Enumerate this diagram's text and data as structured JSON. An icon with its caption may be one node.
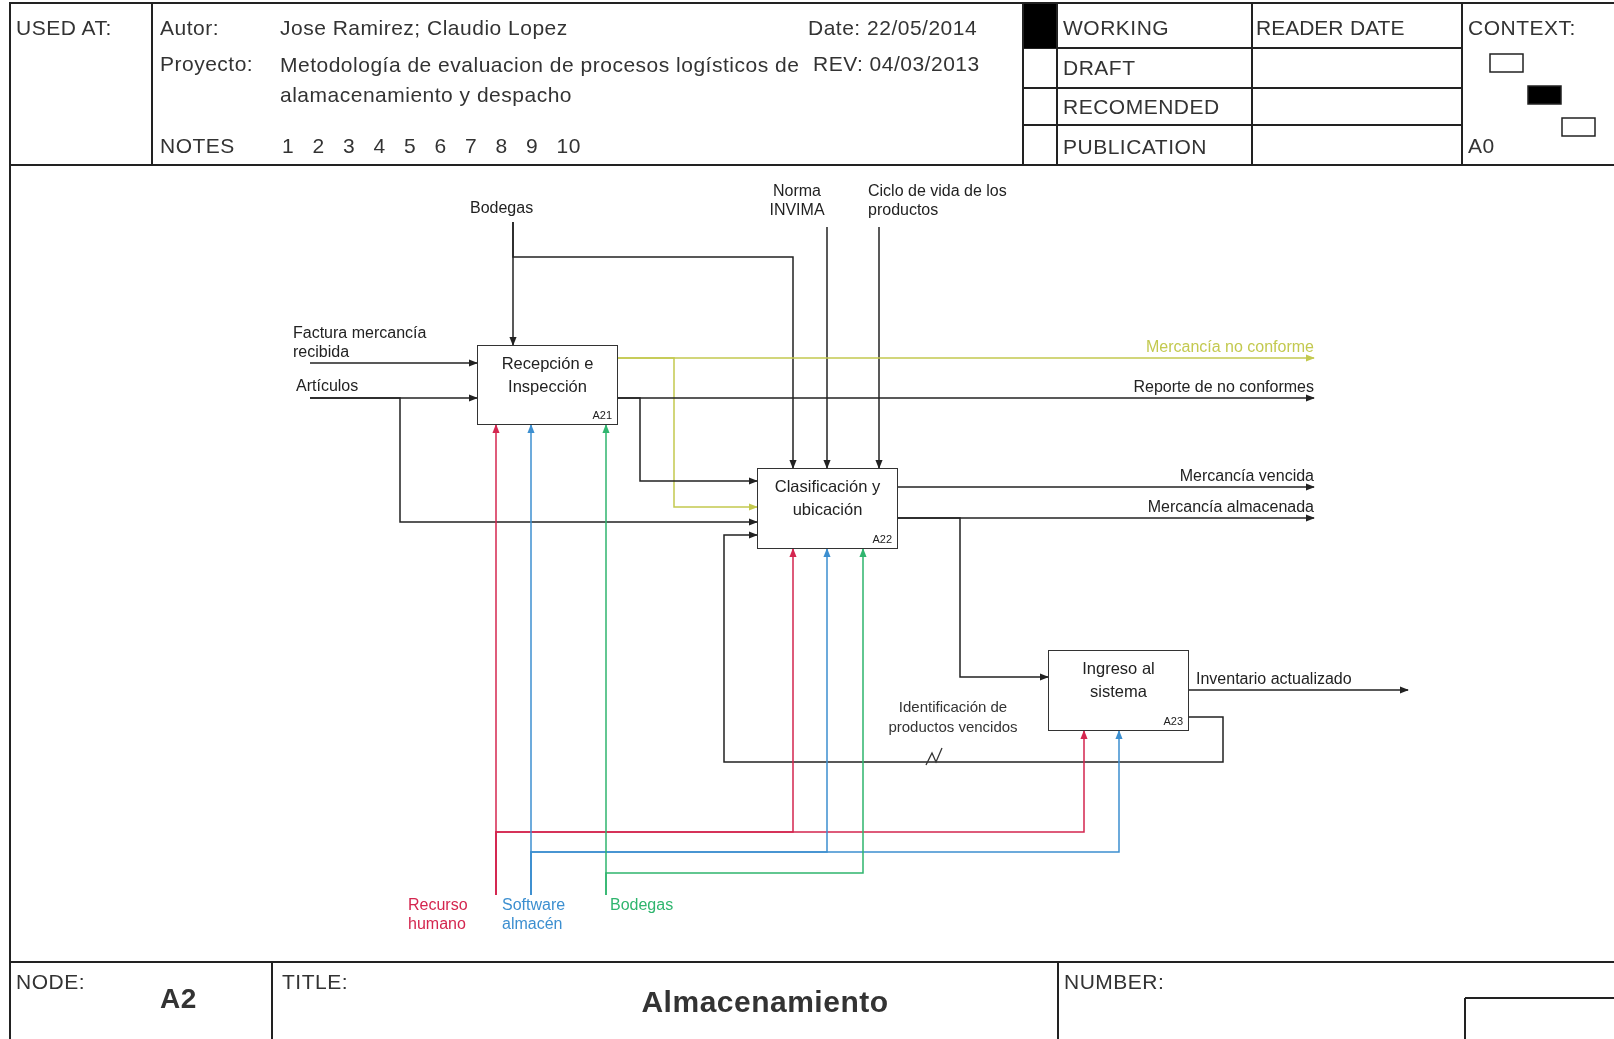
{
  "diagram": {
    "title": "Almacenamiento",
    "nodes": [
      {
        "text": [
          "Bodegas"
        ]
      },
      {
        "text": [
          "Norma INVIMA"
        ]
      },
      {
        "text": [
          "Ciclo de vida de los productos"
        ]
      },
      {
        "text": [
          "Factura mercancía recibida"
        ]
      },
      {
        "text": [
          "Artículos"
        ]
      },
      {
        "text": [
          "Recepción e Inspección",
          "A21"
        ]
      },
      {
        "text": [
          "Clasificación y ubicación",
          "A22"
        ]
      },
      {
        "text": [
          "Mercancía no conforme"
        ]
      },
      {
        "text": [
          "Reporte de no conformes"
        ]
      },
      {
        "text": [
          "Mercancía vencida"
        ]
      },
      {
        "text": [
          "Mercancía almacenada"
        ]
      },
      {
        "text": [
          "Ingreso al sistema",
          "A23"
        ]
      },
      {
        "text": [
          "Inventario actualizado"
        ]
      },
      {
        "text": [
          "Recurso humano"
        ]
      },
      {
        "text": [
          "Software almacén"
        ]
      },
      {
        "text": [
          "Bodegas"
        ]
      }
    ],
    "edges": [
      {
        "from": 0,
        "to": 5,
        "arrow": "to"
      },
      {
        "from": 0,
        "to": 6,
        "arrow": "to"
      },
      {
        "from": 1,
        "to": 6,
        "arrow": "to"
      },
      {
        "from": 2,
        "to": 6,
        "arrow": "to"
      },
      {
        "from": 3,
        "to": 5,
        "arrow": "to"
      },
      {
        "from": 4,
        "to": 5,
        "arrow": "to"
      },
      {
        "from": 4,
        "to": 6,
        "arrow": "to"
      },
      {
        "from": 5,
        "to": 7,
        "arrow": "to",
        "color": "#c3c94f"
      },
      {
        "from": 5,
        "to": 6,
        "arrow": "to",
        "color": "#c3c94f"
      },
      {
        "from": 5,
        "to": 8,
        "arrow": "to"
      },
      {
        "from": 5,
        "to": 6,
        "arrow": "to"
      },
      {
        "from": 6,
        "to": 9,
        "arrow": "to"
      },
      {
        "from": 6,
        "to": 10,
        "arrow": "to"
      },
      {
        "from": 6,
        "to": 11,
        "arrow": "to"
      },
      {
        "from": 11,
        "to": 12,
        "arrow": "to"
      },
      {
        "from": 11,
        "to": 6,
        "arrow": "to",
        "label": "Identificación de productos vencidos"
      },
      {
        "from": 13,
        "to": 5,
        "arrow": "to",
        "color": "#d4264f"
      },
      {
        "from": 13,
        "to": 6,
        "arrow": "to",
        "color": "#d4264f"
      },
      {
        "from": 13,
        "to": 11,
        "arrow": "to",
        "color": "#d4264f"
      },
      {
        "from": 14,
        "to": 5,
        "arrow": "to",
        "color": "#3c8fd0"
      },
      {
        "from": 14,
        "to": 6,
        "arrow": "to",
        "color": "#3c8fd0"
      },
      {
        "from": 14,
        "to": 11,
        "arrow": "to",
        "color": "#3c8fd0"
      },
      {
        "from": 15,
        "to": 5,
        "arrow": "to",
        "color": "#2fb56e"
      },
      {
        "from": 15,
        "to": 6,
        "arrow": "to",
        "color": "#2fb56e"
      }
    ],
    "labels": [
      "USED AT:",
      "Autor:",
      "Jose Ramirez; Claudio Lopez",
      "Date: 22/05/2014",
      "WORKING",
      "READER",
      "DATE",
      "CONTEXT:",
      "Proyecto:",
      "Metodología de evaluacion de procesos logísticos de alamacenamiento y despacho",
      "REV: 04/03/2013",
      "DRAFT",
      "RECOMENDED",
      "NOTES",
      "1 2 3 4 5 6 7 8 9 10",
      "PUBLICATION",
      "A0",
      "NODE:",
      "A2",
      "TITLE:",
      "NUMBER:"
    ]
  }
}
